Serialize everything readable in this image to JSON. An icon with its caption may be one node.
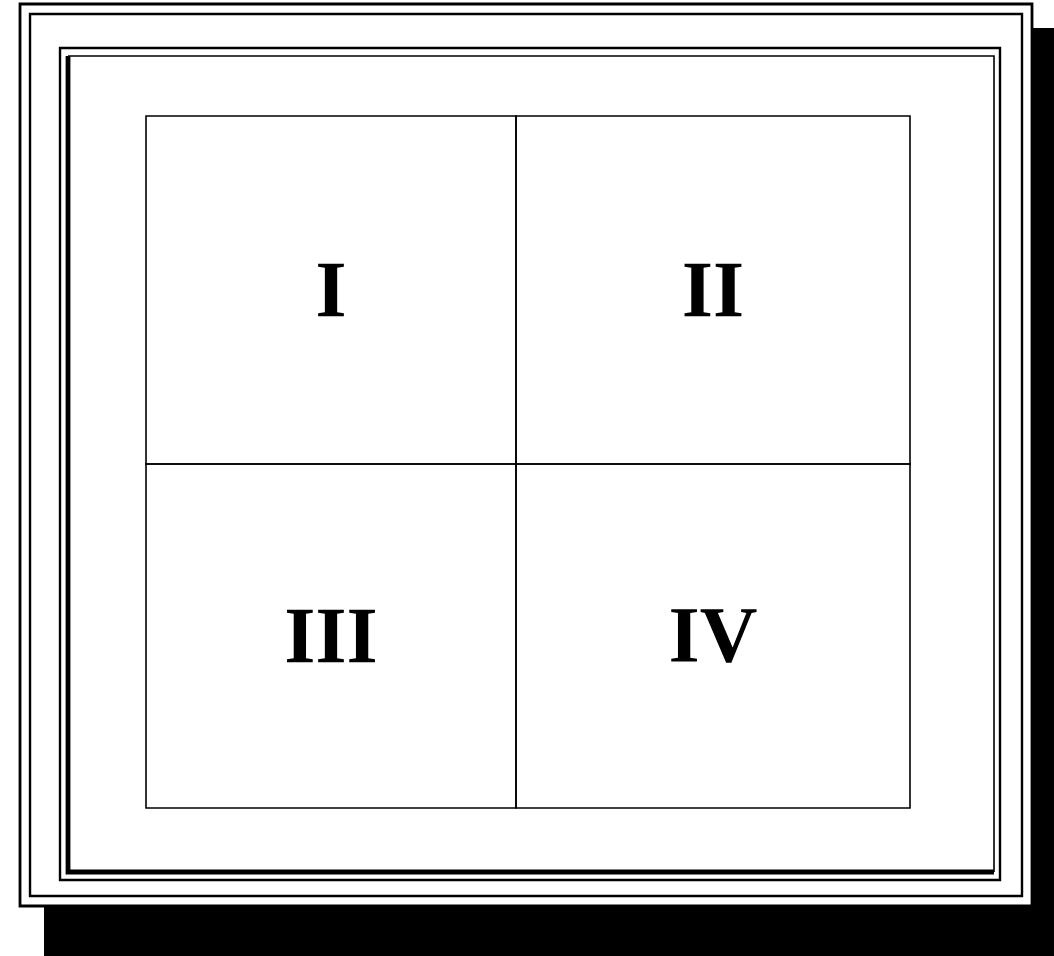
{
  "diagram": {
    "nodes": [
      {
        "text": [
          "I"
        ]
      },
      {
        "text": [
          "II"
        ]
      },
      {
        "text": [
          "III"
        ]
      },
      {
        "text": [
          "IV"
        ]
      }
    ]
  }
}
